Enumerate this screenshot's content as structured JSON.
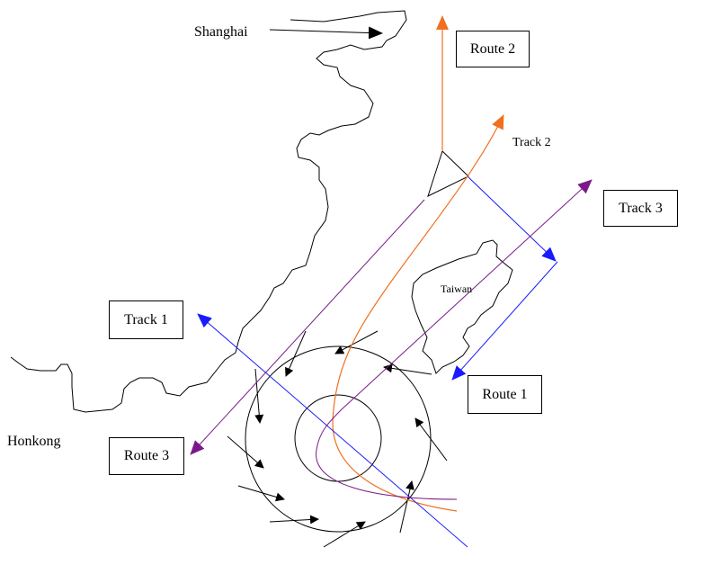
{
  "labels": {
    "shanghai": "Shanghai",
    "honkong": "Honkong",
    "taiwan": "Taiwan",
    "track2": "Track 2"
  },
  "boxes": {
    "route2": "Route 2",
    "track3": "Track 3",
    "track1": "Track 1",
    "route1": "Route 1",
    "route3": "Route 3"
  },
  "colors": {
    "blue": "#1a1aff",
    "orange": "#f07020",
    "purple": "#7a1a8a",
    "black": "#000000"
  }
}
